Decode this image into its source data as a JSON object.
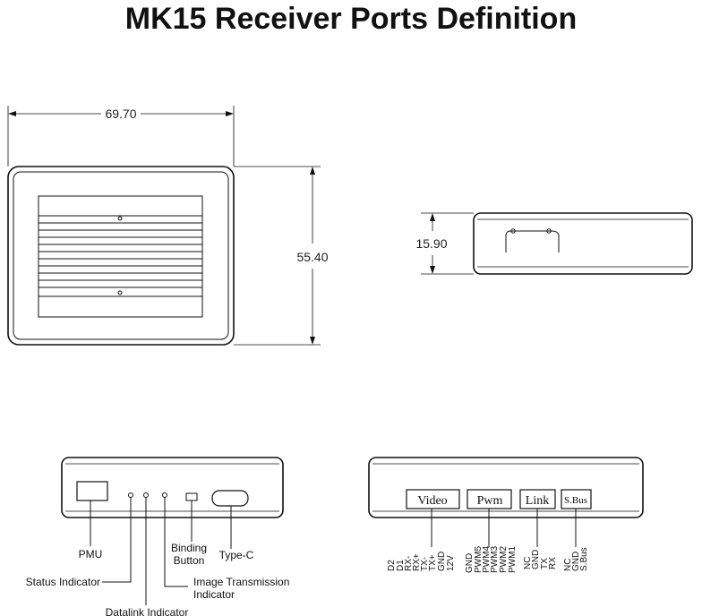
{
  "title": "MK15 Receiver Ports Definition",
  "dimensions": {
    "width": "69.70",
    "height": "55.40",
    "depth": "15.90"
  },
  "front_panel": {
    "pmu": "PMU",
    "status_indicator": "Status Indicator",
    "datalink_indicator": "Datalink Indicator",
    "image_indicator_line1": "Image Transmission",
    "image_indicator_line2": "Indicator",
    "binding_line1": "Binding",
    "binding_line2": "Button",
    "type_c": "Type-C"
  },
  "back_panel": {
    "ports": {
      "video": "Video",
      "pwm": "Pwm",
      "link": "Link",
      "sbus": "S.Bus"
    },
    "pins": {
      "video": [
        "D2",
        "D1",
        "RX-",
        "RX+",
        "TX-",
        "TX+",
        "GND",
        "12V"
      ],
      "pwm": [
        "GND",
        "PWM5",
        "PWM4",
        "PWM3",
        "PWM2",
        "PWM1"
      ],
      "link": [
        "NC",
        "GND",
        "TX",
        "RX"
      ],
      "sbus": [
        "NC",
        "GND",
        "S.Bus"
      ]
    }
  }
}
